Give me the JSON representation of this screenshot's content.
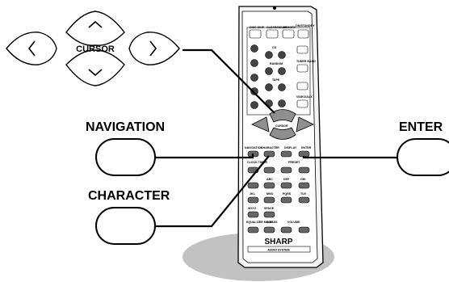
{
  "labels": {
    "navigation": "NAVIGATION",
    "character": "CHARACTER",
    "enter": "ENTER",
    "cursor": "CURSOR"
  },
  "remote": {
    "brand": "SHARP",
    "subtitle": "AUDIO SYSTEM",
    "cursor_label": "CURSOR",
    "keys": {
      "on_standby": "ON/STANDBY",
      "disc_skip": "DISC SKIP",
      "clear_delay": "CLEAR/DELAY",
      "memory": "MEMORY",
      "cd": "CD",
      "random": "RANDOM",
      "tuner_band": "TUNER BAND",
      "tape": "TAPE",
      "video_aux": "VIDEO/AUX",
      "navigation": "NAVIGATION",
      "character": "CHARACTER",
      "display": "DISPLAY",
      "enter": "ENTER",
      "clock_timer": "CLOCK TIMER",
      "preset": "PRESET",
      "abc": "ABC",
      "def": "DEF",
      "ghi": "GHI",
      "jkl": "JKL",
      "mno": "MNO",
      "pqrs": "PQRS",
      "tuv": "TUV",
      "wxyz": "WXYZ",
      "space": "SPACE",
      "equalizer_mode": "EQUALIZER MODE",
      "x_bass": "X-BASS",
      "volume": "VOLUME"
    }
  }
}
